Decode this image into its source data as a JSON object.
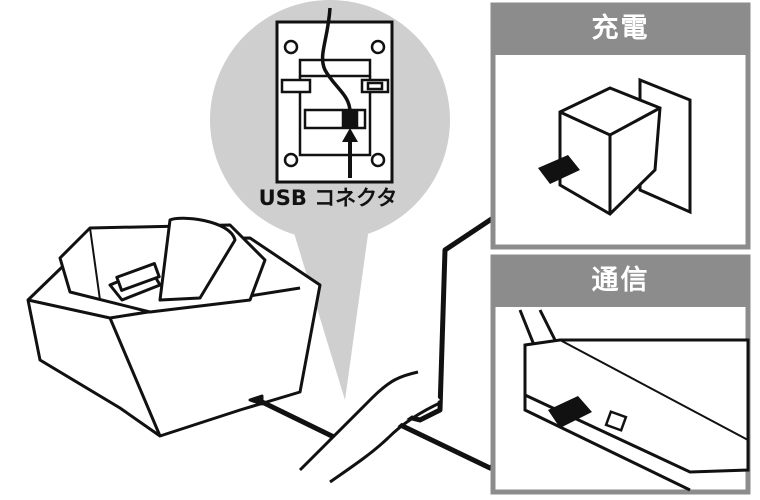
{
  "callout": {
    "label": "USB コネクタ"
  },
  "panels": {
    "charge": {
      "title": "充電"
    },
    "comm": {
      "title": "通信"
    }
  },
  "colors": {
    "callout_bg": "#cfcfcf",
    "panel_header": "#8c8c8c",
    "panel_border": "#8c8c8c"
  }
}
